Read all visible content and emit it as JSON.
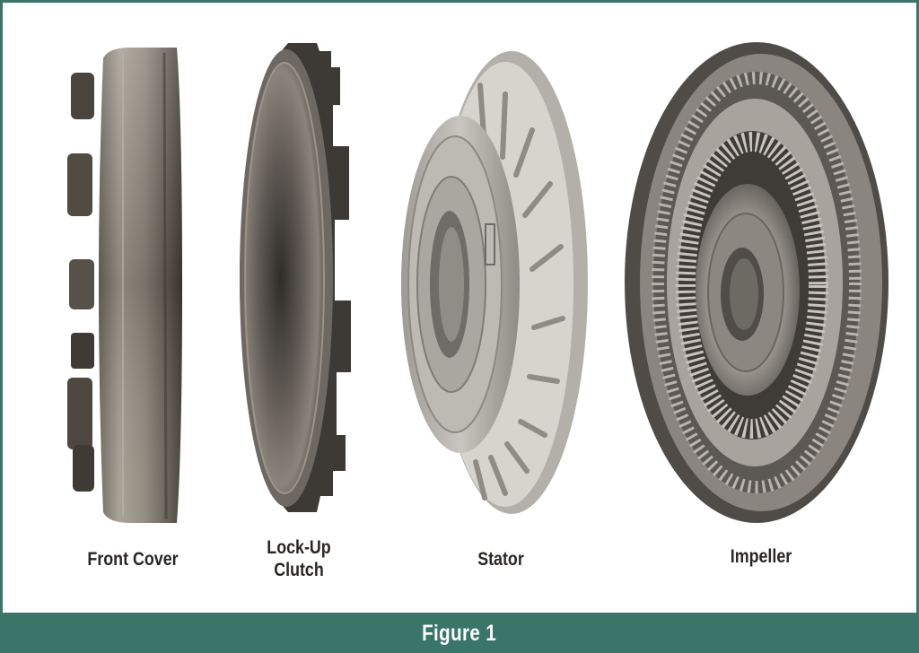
{
  "figure": {
    "caption": "Figure 1",
    "colors": {
      "frame": "#3a7569",
      "background": "#ffffff",
      "label_text": "#2a2623",
      "caption_text": "#ffffff"
    }
  },
  "parts": [
    {
      "id": "front-cover",
      "label_line1": "Front Cover",
      "label_line2": ""
    },
    {
      "id": "lock-up-clutch",
      "label_line1": "Lock-Up",
      "label_line2": "Clutch"
    },
    {
      "id": "stator",
      "label_line1": "Stator",
      "label_line2": ""
    },
    {
      "id": "impeller",
      "label_line1": "Impeller",
      "label_line2": ""
    }
  ]
}
